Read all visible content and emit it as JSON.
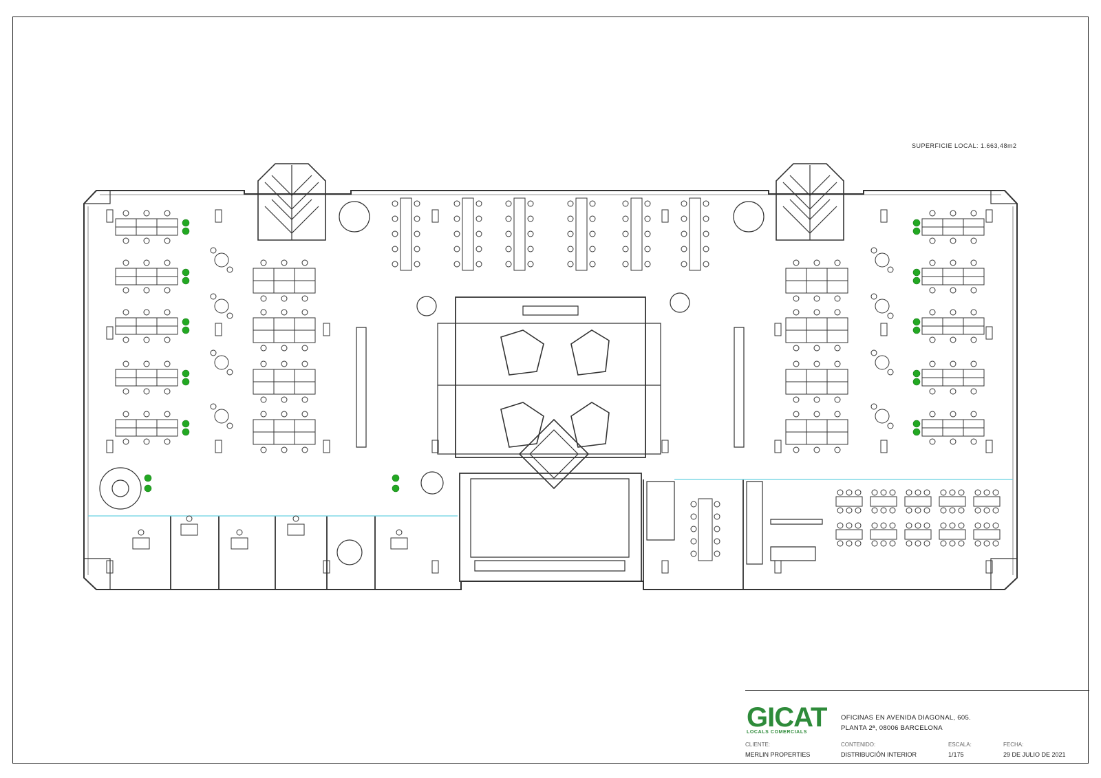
{
  "drawing": {
    "surface_label": "SUPERFICIE LOCAL: 1.663,48m2"
  },
  "brand": {
    "name": "GICAT",
    "subtitle": "LOCALS COMERCIALS",
    "color": "#2e8b3a"
  },
  "title": {
    "line1": "OFICINAS EN AVENIDA DIAGONAL, 605.",
    "line2": "PLANTA 2ª, 08006 BARCELONA"
  },
  "fields": {
    "client_label": "CLIENTE:",
    "client_value": "MERLIN PROPERTIES",
    "content_label": "CONTENIDO:",
    "content_value": "DISTRIBUCIÓN INTERIOR",
    "scale_label": "ESCALA:",
    "scale_value": "1/175",
    "date_label": "FECHA:",
    "date_value": "29 DE JULIO DE 2021"
  },
  "colors": {
    "line": "#333333",
    "plants": "#22a822",
    "glass_partition": "#66d0e0"
  }
}
